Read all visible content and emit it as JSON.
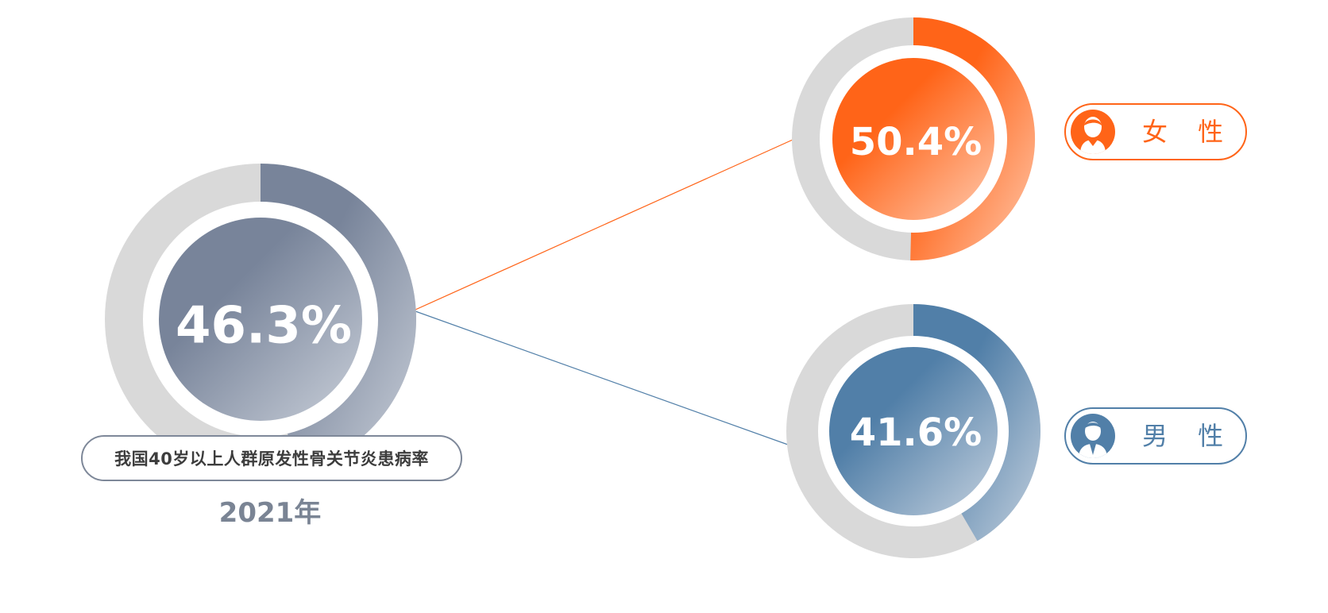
{
  "chart_data": {
    "type": "donut",
    "series": [
      {
        "label": "我国40岁以上人群原发性骨关节炎患病率",
        "value_text": "46.3%",
        "value": 46.3,
        "color": "#78849a"
      },
      {
        "label": "女性",
        "value_text": "50.4%",
        "value": 50.4,
        "color": "#ff6418"
      },
      {
        "label": "男性",
        "value_text": "41.6%",
        "value": 41.6,
        "color": "#517fa8"
      }
    ],
    "caption": "我国40岁以上人群原发性骨关节炎患病率",
    "year": "2021年"
  },
  "legend": {
    "female": {
      "label": "女 性",
      "icon": "female-user-icon",
      "color": "#ff6418"
    },
    "male": {
      "label": "男 性",
      "icon": "male-user-icon",
      "color": "#517fa8"
    }
  },
  "colors": {
    "track": "#d9d9d9",
    "ring_gap": "#ffffff"
  }
}
